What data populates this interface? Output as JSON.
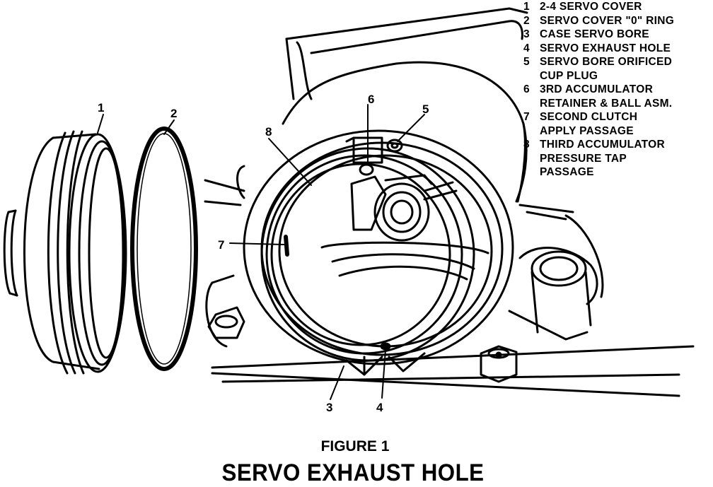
{
  "legend": [
    {
      "num": "1",
      "text": "2-4  SERVO COVER"
    },
    {
      "num": "2",
      "text": "SERVO COVER \"0\" RING"
    },
    {
      "num": "3",
      "text": "CASE SERVO BORE"
    },
    {
      "num": "4",
      "text": "SERVO EXHAUST HOLE"
    },
    {
      "num": "5",
      "text": "SERVO BORE ORIFICED\nCUP PLUG"
    },
    {
      "num": "6",
      "text": "3RD ACCUMULATOR\nRETAINER & BALL ASM."
    },
    {
      "num": "7",
      "text": "SECOND CLUTCH\nAPPLY PASSAGE"
    },
    {
      "num": "8",
      "text": "THIRD ACCUMULATOR\nPRESSURE TAP\nPASSAGE"
    }
  ],
  "callouts": {
    "c1": "1",
    "c2": "2",
    "c3": "3",
    "c4": "4",
    "c5": "5",
    "c6": "6",
    "c7": "7",
    "c8": "8"
  },
  "figure_label": "FIGURE 1",
  "figure_title": "SERVO EXHAUST HOLE"
}
